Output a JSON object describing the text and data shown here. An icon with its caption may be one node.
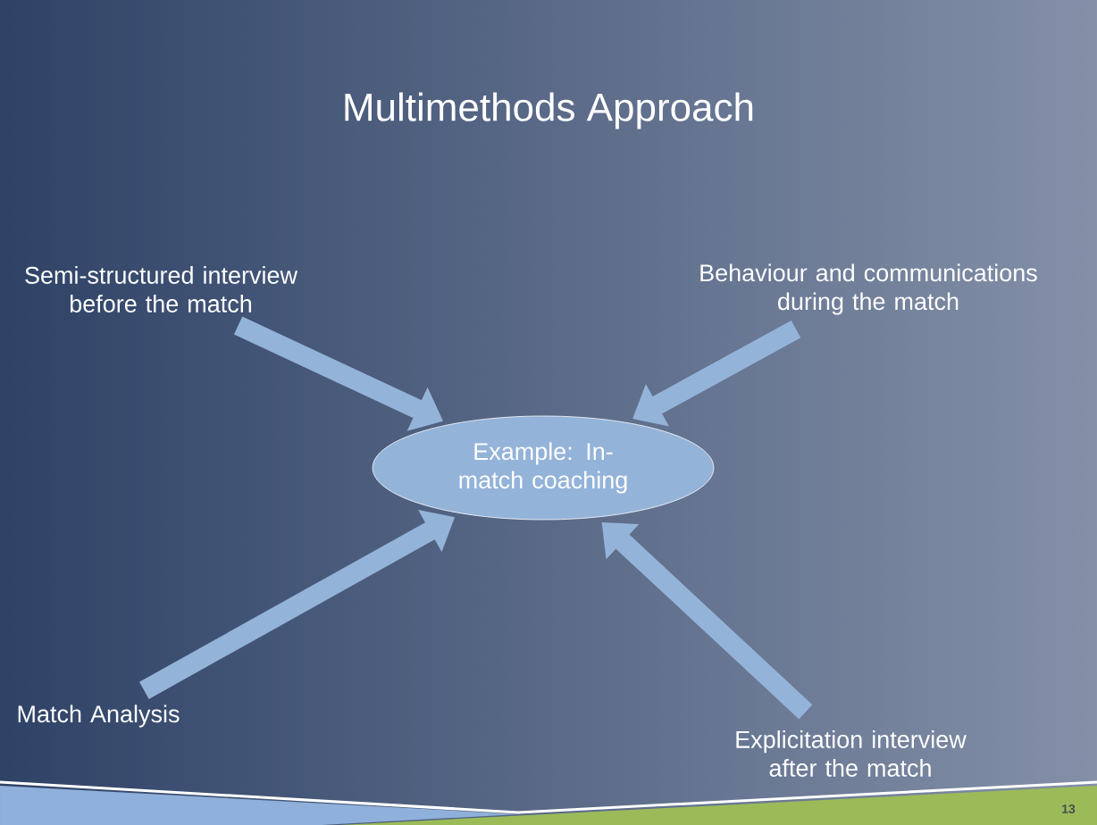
{
  "diagram": {
    "title": "Multimethods Approach",
    "nodes": [
      {
        "text": [
          "Example: In-match coaching"
        ]
      },
      {
        "text": [
          "Semi-structured interview before the match"
        ]
      },
      {
        "text": [
          "Behaviour and communications during the match"
        ]
      },
      {
        "text": [
          "Match Analysis"
        ]
      },
      {
        "text": [
          "Explicitation interview after the match"
        ]
      }
    ],
    "edges": [
      {
        "from": 1,
        "to": 0,
        "arrow": "to"
      },
      {
        "from": 2,
        "to": 0,
        "arrow": "to"
      },
      {
        "from": 3,
        "to": 0,
        "arrow": "to"
      },
      {
        "from": 4,
        "to": 0,
        "arrow": "to"
      }
    ],
    "labels": [
      "13"
    ]
  }
}
